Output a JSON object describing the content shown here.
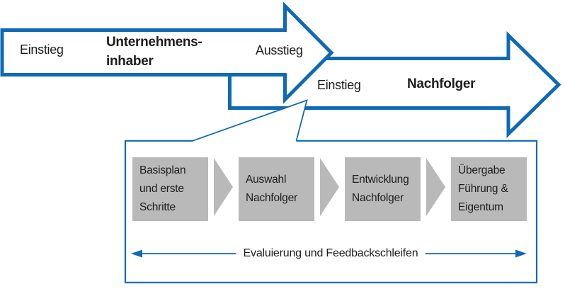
{
  "colors": {
    "blue": "#1069b4",
    "gray_box": "#b9b9b9",
    "text_dark": "#1d1d1b"
  },
  "owner_arrow": {
    "entry_label": "Einstieg",
    "title": "Unternehmens-\ninhaber",
    "exit_label": "Ausstieg"
  },
  "successor_arrow": {
    "entry_label": "Einstieg",
    "title": "Nachfolger"
  },
  "process": {
    "stages": [
      {
        "label": "Basisplan\nund erste\nSchritte"
      },
      {
        "label": "Auswahl\nNachfolger"
      },
      {
        "label": "Entwicklung\nNachfolger"
      },
      {
        "label": "Übergabe\nFührung &\nEigentum"
      }
    ],
    "feedback_label": "Evaluierung und Feedbackschleifen"
  }
}
